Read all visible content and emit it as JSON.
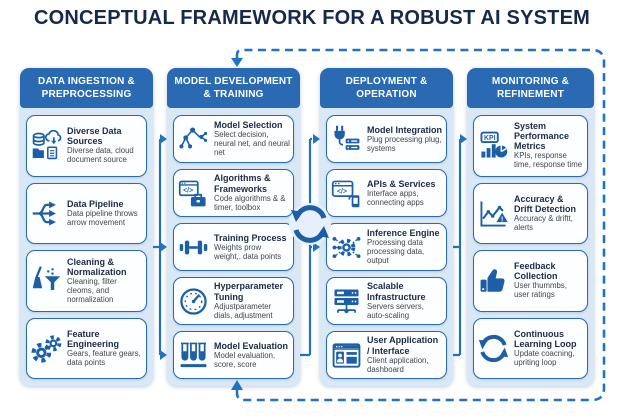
{
  "title": "CONCEPTUAL FRAMEWORK FOR A ROBUST AI SYSTEM",
  "colors": {
    "header_blue": "#2a6ab2",
    "icon_blue": "#1d5fa7",
    "panel_bg": "#d9e8f6",
    "loop_dashed_blue": "#2272c3",
    "title_navy": "#17294a"
  },
  "columns": [
    {
      "header": "DATA INGESTION & PREPROCESSING",
      "boxes": [
        {
          "icon": "database-cloud-icon",
          "title": "Diverse Data Sources",
          "desc": "Diverse data, cloud document source"
        },
        {
          "icon": "pipeline-arrows-icon",
          "title": "Data Pipeline",
          "desc": "Data pipeline throws arrow movement"
        },
        {
          "icon": "broom-filter-icon",
          "title": "Cleaning & Normalization",
          "desc": "Cleaning, filter cleoms, and normalization"
        },
        {
          "icon": "gears-icon",
          "title": "Feature Engineering",
          "desc": "Gears, feature gears, data points"
        }
      ]
    },
    {
      "header": "MODEL DEVELOPMENT & TRAINING",
      "boxes": [
        {
          "icon": "decision-tree-icon",
          "title": "Model Selection",
          "desc": "Select decision, neural net, and neural net"
        },
        {
          "icon": "code-toolbox-icon",
          "title": "Algorithms & Frameworks",
          "desc": "Code algorithms & & timer, toolbox"
        },
        {
          "icon": "dumbbell-icon",
          "title": "Training Process",
          "desc": "Weights prow weight,. data points"
        },
        {
          "icon": "gauge-icon",
          "title": "Hyperparameter Tuning",
          "desc": "Adjustparameter dials, adjustment"
        },
        {
          "icon": "test-tubes-icon",
          "title": "Model Evaluation",
          "desc": "Model evaluation, score, score"
        }
      ]
    },
    {
      "header": "DEPLOYMENT & OPERATION",
      "boxes": [
        {
          "icon": "plug-server-icon",
          "title": "Model Integration",
          "desc": "Plug processing plug, systems"
        },
        {
          "icon": "code-phone-icon",
          "title": "APIs & Services",
          "desc": "Interface apps, connecting apps"
        },
        {
          "icon": "network-gear-icon",
          "title": "Inference Engine",
          "desc": "Processing data processing data, output"
        },
        {
          "icon": "servers-icon",
          "title": "Scalable Infrastructure",
          "desc": "Servers servers, auto-scaling"
        },
        {
          "icon": "user-window-icon",
          "title": "User Application / Interface",
          "desc": "Client application, dashboard"
        }
      ]
    },
    {
      "header": "MONITORING & REFINEMENT",
      "boxes": [
        {
          "icon": "kpi-chart-icon",
          "title": "System Performance Metrics",
          "desc": "KPIs, response time, response time"
        },
        {
          "icon": "drift-chart-icon",
          "title": "Accuracy & Drift Detection",
          "desc": "Accuracy & driftt, alerts"
        },
        {
          "icon": "thumbs-up-icon",
          "title": "Feedback Collection",
          "desc": "User thummbs, user ratings"
        },
        {
          "icon": "loop-arrows-icon",
          "title": "Continuous Learning Loop",
          "desc": "Update coacning, upriting loop"
        }
      ]
    }
  ]
}
